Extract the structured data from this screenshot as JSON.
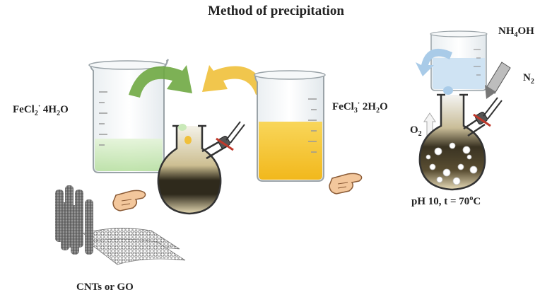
{
  "title": "Method of precipitation",
  "labels": {
    "fecl2": {
      "base": "FeCl",
      "sub1": "2",
      "dot": "·",
      "rest": " 4H",
      "sub2": "2",
      "tail": "O"
    },
    "fecl3": {
      "base": "FeCl",
      "sub1": "3",
      "dot": "·",
      "rest": " 2H",
      "sub2": "2",
      "tail": "O"
    },
    "nh4oh": {
      "base": "NH",
      "sub1": "4",
      "rest": "OH"
    },
    "n2": {
      "base": "N",
      "sub1": "2"
    },
    "o2": {
      "base": "O",
      "sub1": "2"
    },
    "conditions": {
      "pre": "pH 10, t = 70",
      "sup": "o",
      "post": "C"
    },
    "cnts": "CNTs or GO"
  },
  "colors": {
    "green_solution": "#c9e9b8",
    "yellow_solution": "#f6c52a",
    "blue_solution": "#cfe3f3",
    "green_arrow": "#6fa842",
    "yellow_arrow": "#f0c03a",
    "blue_arrow": "#a9cbe8",
    "dark_precipitate": "#2f2a1c",
    "valve_red": "#c0392b"
  },
  "icons": [
    "pointing-hand-icon",
    "carbon-nanotube-icon",
    "graphene-oxide-sheet-icon"
  ]
}
